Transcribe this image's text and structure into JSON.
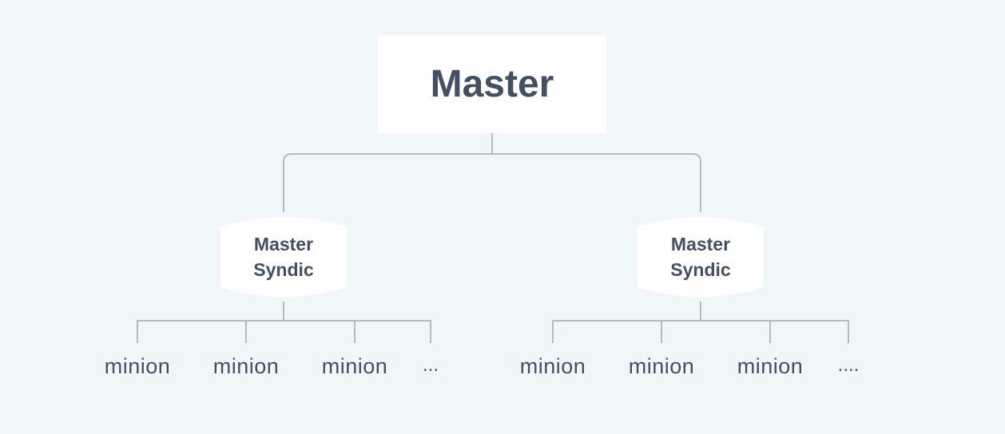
{
  "diagram": {
    "master": {
      "label": "Master"
    },
    "syndics": [
      {
        "label": "Master\nSyndic",
        "minions": [
          "minion",
          "minion",
          "minion"
        ],
        "more": "..."
      },
      {
        "label": "Master\nSyndic",
        "minions": [
          "minion",
          "minion",
          "minion"
        ],
        "more": "...."
      }
    ]
  },
  "colors": {
    "background": "#f0f7f9",
    "node_fill": "#ffffff",
    "text": "#435063",
    "connector": "#b3bcc6"
  }
}
